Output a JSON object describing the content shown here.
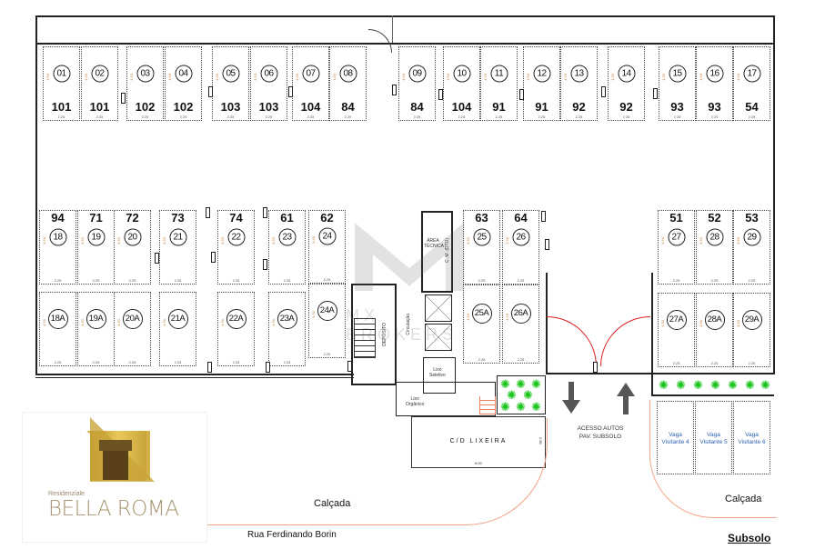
{
  "plan": {
    "title": "Subsolo",
    "street": "Rua Ferdinando Borin",
    "sidewalk_left": "Calçada",
    "sidewalk_right": "Calçada",
    "access": [
      "ACESSO AUTOS",
      "PAV. SUBSOLO"
    ],
    "trash": "C/D LIXEIRA",
    "trash_dims": {
      "w": "8.00",
      "h": "2.85"
    },
    "rooms": {
      "tech": [
        "ÁREA",
        "TÉCNICA"
      ],
      "cm": "C. M. (DTU)",
      "deposit": "DEPÓSITO",
      "hall": "Circulação",
      "selective": [
        "Lixo",
        "Seletivo"
      ],
      "organic": [
        "Lixo",
        "Orgânico"
      ]
    },
    "stall_width": "2.25",
    "stall_length": "4.50",
    "top_row": [
      {
        "n": "01",
        "u": "101"
      },
      {
        "n": "02",
        "u": "101"
      },
      {
        "n": "03",
        "u": "102"
      },
      {
        "n": "04",
        "u": "102"
      },
      {
        "n": "05",
        "u": "103"
      },
      {
        "n": "06",
        "u": "103"
      },
      {
        "n": "07",
        "u": "104"
      },
      {
        "n": "08",
        "u": "84"
      },
      {
        "n": "09",
        "u": "84"
      },
      {
        "n": "10",
        "u": "104"
      },
      {
        "n": "11",
        "u": "91"
      },
      {
        "n": "12",
        "u": "91"
      },
      {
        "n": "13",
        "u": "92"
      },
      {
        "n": "14",
        "u": "92"
      },
      {
        "n": "15",
        "u": "93"
      },
      {
        "n": "16",
        "u": "93"
      },
      {
        "n": "17",
        "u": "54"
      }
    ],
    "mid_row": [
      {
        "n": "18",
        "u": "94"
      },
      {
        "n": "19",
        "u": "71"
      },
      {
        "n": "20",
        "u": "72"
      },
      {
        "n": "21",
        "u": "73"
      },
      {
        "n": "22",
        "u": "74"
      },
      {
        "n": "23",
        "u": "61"
      },
      {
        "n": "24",
        "u": "62"
      },
      {
        "n": "25",
        "u": "63"
      },
      {
        "n": "26",
        "u": "64"
      },
      {
        "n": "27",
        "u": "51"
      },
      {
        "n": "28",
        "u": "52"
      },
      {
        "n": "29",
        "u": "53"
      }
    ],
    "low_row": [
      "18A",
      "19A",
      "20A",
      "21A",
      "22A",
      "23A",
      "24A",
      "25A",
      "26A",
      "27A",
      "28A",
      "29A"
    ],
    "visitors": [
      {
        "l1": "Vaga",
        "l2": "Visitante 4"
      },
      {
        "l1": "Vaga",
        "l2": "Visitante 5"
      },
      {
        "l1": "Vaga",
        "l2": "Visitante 6"
      }
    ]
  },
  "logo": {
    "subtitle": "Residenziale",
    "name": "BELLA ROMA",
    "gold": "#c9a53a"
  },
  "watermark": "MX BROKERS",
  "colors": {
    "curb": "#f4a48a",
    "door": "#e02020",
    "tree": "#1bc41b",
    "visitor_text": "#2a5fb0"
  }
}
